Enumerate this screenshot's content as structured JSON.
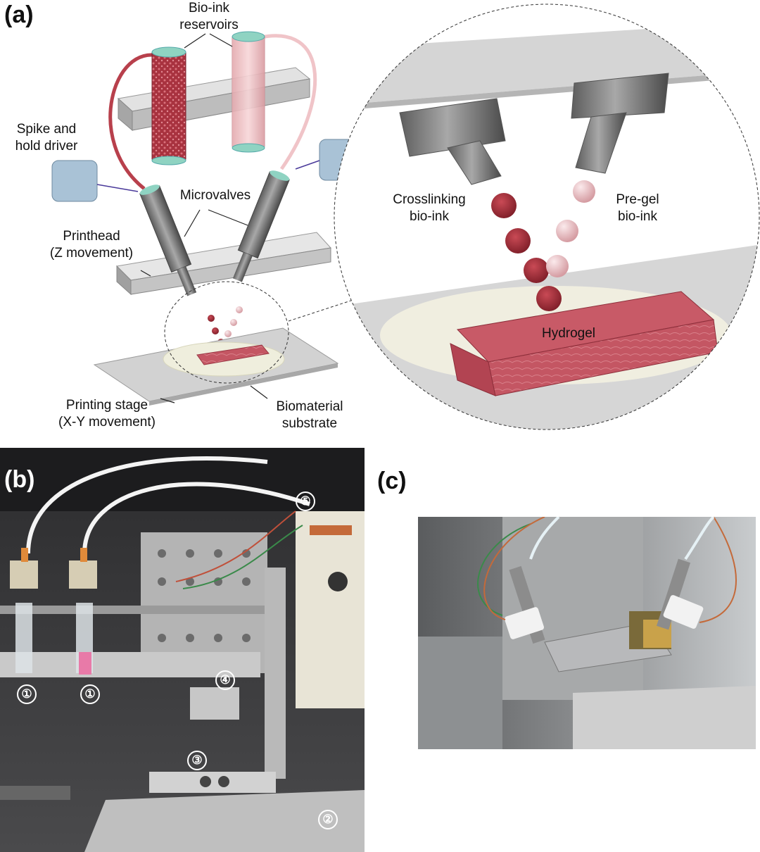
{
  "panel_a": {
    "letter": "(a)",
    "labels": {
      "bioink_reservoirs": [
        "Bio-ink",
        "reservoirs"
      ],
      "spike_hold": [
        "Spike and",
        "hold driver"
      ],
      "microvalves": "Microvalves",
      "printhead": [
        "Printhead",
        "(Z movement)"
      ],
      "printing_stage": [
        "Printing stage",
        "(X-Y movement)"
      ],
      "biomaterial": [
        "Biomaterial",
        "substrate"
      ],
      "crosslinking": [
        "Crosslinking",
        "bio-ink"
      ],
      "pregel": [
        "Pre-gel",
        "bio-ink"
      ],
      "hydrogel": "Hydrogel"
    }
  },
  "panel_b": {
    "letter": "(b)",
    "markers": [
      "①",
      "①",
      "②",
      "③",
      "④",
      "⑤"
    ]
  },
  "panel_c": {
    "letter": "(c)"
  },
  "colors": {
    "red_ink": "#b8404c",
    "pink_ink": "#f0c4c8",
    "gray_metal": "#8a8a8a",
    "plate": "#d9d9d9",
    "teal_cap": "#8fd3c2",
    "driver_box": "#a9c2d6"
  }
}
